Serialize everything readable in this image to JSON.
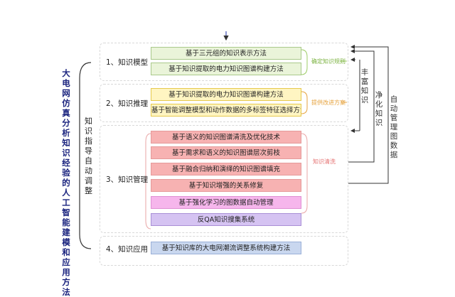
{
  "main_title": "大电网仿真分析知识经验的人工智能建模和应用方法",
  "mid_label": "知识指导自动调整",
  "sections": [
    {
      "label": "1、知识模型",
      "boxes": [
        "基于三元组的知识表示方法",
        "基于知识提取的电力知识图谱构建方法"
      ]
    },
    {
      "label": "2、知识推理",
      "boxes": [
        "基于知识提取的电力知识图谱构建方法",
        "基于智能调整模型和动作数据的多标签特征选择方法"
      ]
    },
    {
      "label": "3、知识管理",
      "boxes": [
        "基于语义的知识图谱清洗及优化技术",
        "基于需求和语义的知识图谱层次剪枝",
        "基于融合归纳和演绎的知识图谱填充",
        "基于知识增强的关系修复",
        "基于强化学习的图数据自动管理",
        "反QA知识搜集系统"
      ]
    },
    {
      "label": "4、知识应用",
      "boxes": [
        "基于知识库的大电网潮流调整系统构建方法"
      ]
    }
  ],
  "side_notes": {
    "determine": "确定知识规则",
    "improve": "提供改进方案",
    "clean": "知识清洗"
  },
  "right_labels": {
    "enrich": "丰富知识",
    "purify": "净化知识",
    "auto": "自动管理图数据"
  },
  "colors": {
    "green": "#eaf4d9",
    "yellow": "#fff5c2",
    "pink": "#f7b2b2",
    "magenta": "#f6b6ec",
    "purple": "#d5c3f2",
    "blue": "#c9d7ef",
    "arrow": "#333333",
    "note_green": "#7cb342",
    "note_orange": "#e6a23c",
    "note_pink": "#e57373"
  }
}
